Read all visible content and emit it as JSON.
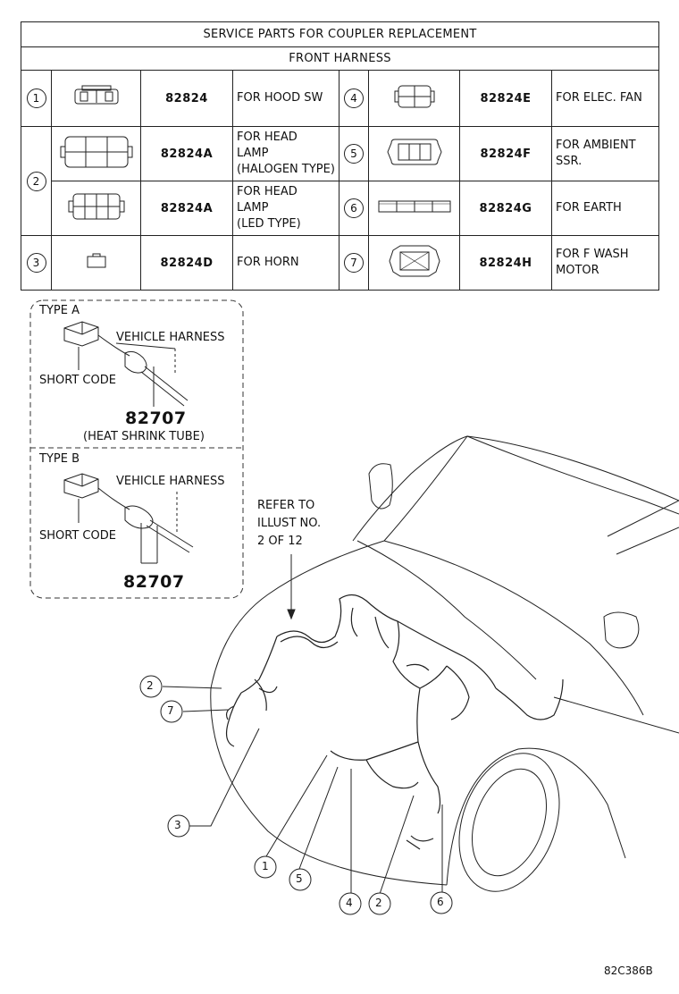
{
  "table": {
    "title": "SERVICE PARTS FOR COUPLER REPLACEMENT",
    "subtitle": "FRONT HARNESS",
    "rows": [
      {
        "num": "1",
        "part": "82824",
        "desc": "FOR HOOD SW"
      },
      {
        "num": "2",
        "part": "82824A",
        "desc": "FOR HEAD\nLAMP\n(HALOGEN TYPE)"
      },
      {
        "num": "",
        "part": "82824A",
        "desc": "FOR HEAD\nLAMP\n(LED TYPE)"
      },
      {
        "num": "3",
        "part": "82824D",
        "desc": "FOR HORN"
      },
      {
        "num": "4",
        "part": "82824E",
        "desc": "FOR ELEC. FAN"
      },
      {
        "num": "5",
        "part": "82824F",
        "desc": "FOR AMBIENT\nSSR."
      },
      {
        "num": "6",
        "part": "82824G",
        "desc": "FOR EARTH"
      },
      {
        "num": "7",
        "part": "82824H",
        "desc": "FOR F WASH\nMOTOR"
      }
    ]
  },
  "type_a": {
    "title": "TYPE A",
    "vehicle_harness": "VEHICLE HARNESS",
    "short_code": "SHORT CODE",
    "part": "82707",
    "note": "(HEAT SHRINK TUBE)"
  },
  "type_b": {
    "title": "TYPE B",
    "vehicle_harness": "VEHICLE HARNESS",
    "short_code": "SHORT CODE",
    "part": "82707"
  },
  "refer": {
    "line1": "REFER TO",
    "line2": "ILLUST NO.",
    "line3": "2 OF 12"
  },
  "callouts": [
    "2",
    "7",
    "3",
    "1",
    "5",
    "4",
    "2",
    "6"
  ],
  "figure_code": "82C386B"
}
